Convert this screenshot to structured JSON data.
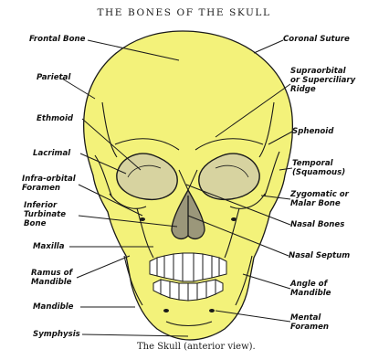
{
  "title": "THE BONES OF THE SKULL",
  "caption": "The Skull (anterior view).",
  "colors": {
    "bone": "#f3f27a",
    "outline": "#1a1a1a",
    "background": "#ffffff"
  },
  "labels": {
    "frontal_bone": "Frontal Bone",
    "parietal": "Parietal",
    "ethmoid": "Ethmoid",
    "lacrimal": "Lacrimal",
    "infra_orbital_foramen": "Infra-orbital\nForamen",
    "inferior_turbinate_bone": "Inferior\nTurbinate\nBone",
    "maxilla": "Maxilla",
    "ramus_of_mandible": "Ramus of\nMandible",
    "mandible": "Mandible",
    "symphysis": "Symphysis",
    "coronal_suture": "Coronal Suture",
    "supraorbital_ridge": "Supraorbital\nor Superciliary\nRidge",
    "sphenoid": "Sphenoid",
    "temporal": "Temporal\n(Squamous)",
    "zygomatic": "Zygomatic or\nMalar Bone",
    "nasal_bones": "Nasal Bones",
    "nasal_septum": "Nasal Septum",
    "angle_of_mandible": "Angle of\nMandible",
    "mental_foramen": "Mental\nForamen"
  }
}
